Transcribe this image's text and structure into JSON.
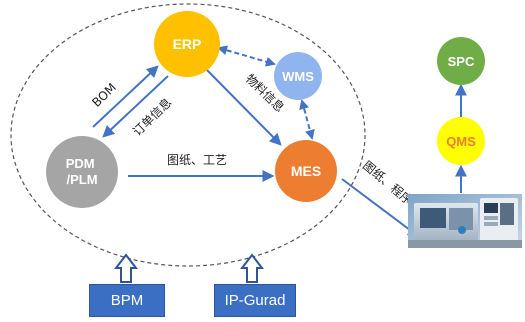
{
  "nodes": {
    "erp": "ERP",
    "wms": "WMS",
    "pdm": [
      "PDM",
      "/PLM"
    ],
    "mes": "MES",
    "spc": "SPC",
    "qms": "QMS"
  },
  "edge_labels": {
    "bom": "BOM",
    "order_info": "订单信息",
    "material_info": "物料信息",
    "drawings_process": "图纸、工艺",
    "drawings_program": "图纸、程序"
  },
  "boxes": {
    "bpm": "BPM",
    "ipguard": "IP-Gurad"
  },
  "colors": {
    "erp": "#ffc000",
    "wms": "#8fb4ee",
    "pdm": "#a5a5a5",
    "mes": "#ed7d31",
    "spc": "#70ad47",
    "qms": "#ffff00",
    "arrow": "#4472c4",
    "box": "#3a6fc4"
  },
  "machine_icon": "cnc-machine-photo"
}
